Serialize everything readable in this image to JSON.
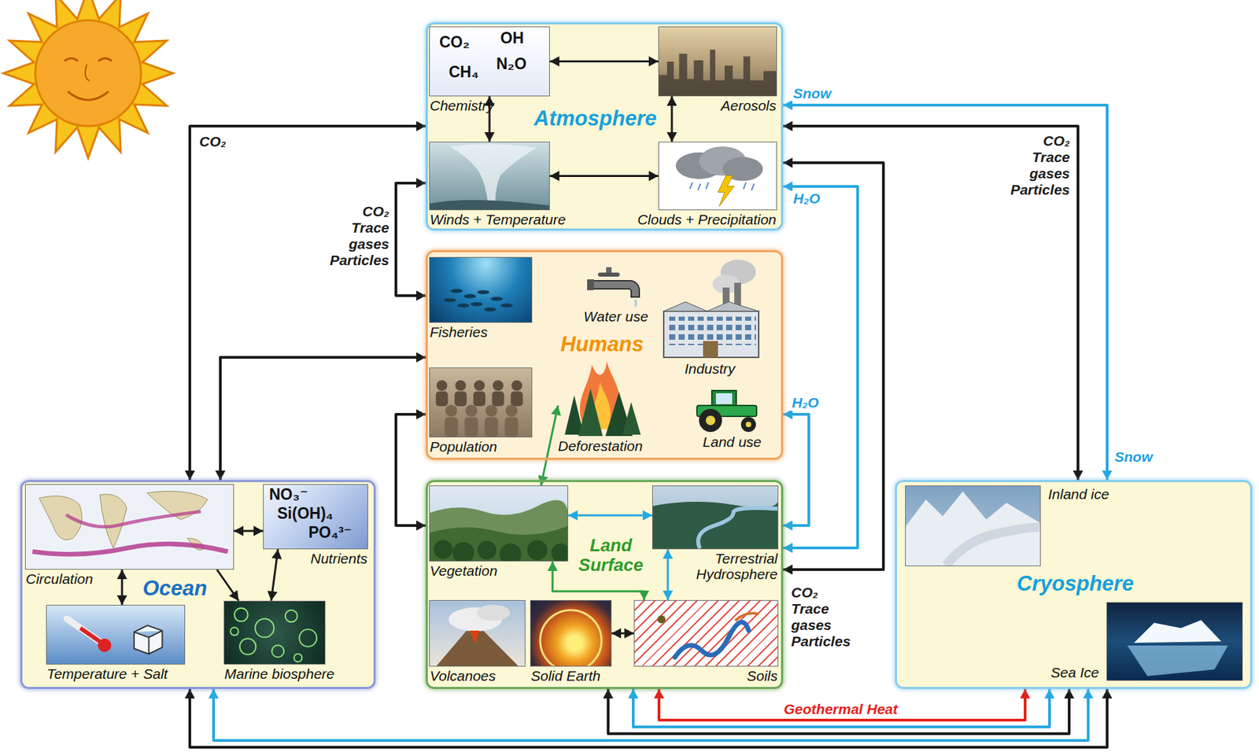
{
  "diagram": {
    "nodes": [
      {
        "text": [
          "Atmosphere"
        ]
      },
      {
        "text": [
          "CO₂",
          "OH",
          "CH₄",
          "N₂O",
          "Chemistry"
        ],
        "in": 0
      },
      {
        "text": [
          "Aerosols"
        ],
        "in": 0
      },
      {
        "text": [
          "Winds + Temperature"
        ],
        "in": 0
      },
      {
        "text": [
          "Clouds + Precipitation"
        ],
        "in": 0
      },
      {
        "text": [
          "Humans"
        ]
      },
      {
        "text": [
          "Fisheries"
        ],
        "in": 5
      },
      {
        "text": [
          "Water use"
        ],
        "in": 5
      },
      {
        "text": [
          "Industry"
        ],
        "in": 5
      },
      {
        "text": [
          "Population"
        ],
        "in": 5
      },
      {
        "text": [
          "Deforestation"
        ],
        "in": 5
      },
      {
        "text": [
          "Land use"
        ],
        "in": 5
      },
      {
        "text": [
          "Ocean"
        ]
      },
      {
        "text": [
          "Circulation"
        ],
        "in": 12
      },
      {
        "text": [
          "NO₃⁻",
          "Si(OH)₄",
          "PO₄³⁻",
          "Nutrients"
        ],
        "in": 12
      },
      {
        "text": [
          "Temperature + Salt"
        ],
        "in": 12
      },
      {
        "text": [
          "Marine biosphere"
        ],
        "in": 12
      },
      {
        "text": [
          "Land Surface"
        ]
      },
      {
        "text": [
          "Vegetation"
        ],
        "in": 17
      },
      {
        "text": [
          "Terrestrial Hydrosphere"
        ],
        "in": 17
      },
      {
        "text": [
          "Volcanoes"
        ],
        "in": 17
      },
      {
        "text": [
          "Solid Earth"
        ],
        "in": 17
      },
      {
        "text": [
          "Soils"
        ],
        "in": 17
      },
      {
        "text": [
          "Cryosphere"
        ]
      },
      {
        "text": [
          "Inland ice"
        ],
        "in": 23
      },
      {
        "text": [
          "Sea Ice"
        ],
        "in": 23
      }
    ],
    "edges": [
      {
        "from": 1,
        "to": 2,
        "arrow": "both"
      },
      {
        "from": 1,
        "to": 3,
        "arrow": "both"
      },
      {
        "from": 2,
        "to": 4,
        "arrow": "both"
      },
      {
        "from": 3,
        "to": 4,
        "arrow": "both"
      },
      {
        "from": 0,
        "to": 12,
        "arrow": "both",
        "label": "CO₂"
      },
      {
        "from": 0,
        "to": 5,
        "arrow": "both",
        "label": "CO₂ Trace gases Particles"
      },
      {
        "from": 5,
        "to": 12,
        "arrow": "both"
      },
      {
        "from": 5,
        "to": 17,
        "arrow": "both"
      },
      {
        "from": 10,
        "to": 18,
        "arrow": "both"
      },
      {
        "from": 13,
        "to": 14,
        "arrow": "both"
      },
      {
        "from": 13,
        "to": 15,
        "arrow": "both"
      },
      {
        "from": 13,
        "to": 16,
        "arrow": "to"
      },
      {
        "from": 14,
        "to": 16,
        "arrow": "both"
      },
      {
        "from": 18,
        "to": 19,
        "arrow": "both"
      },
      {
        "from": 19,
        "to": 22,
        "arrow": "both"
      },
      {
        "from": 21,
        "to": 22,
        "arrow": "both"
      },
      {
        "from": 18,
        "to": 22,
        "arrow": "both"
      },
      {
        "from": 23,
        "to": 0,
        "arrow": "both",
        "label": "CO₂ Trace gases Particles"
      },
      {
        "from": 23,
        "to": 0,
        "arrow": "both",
        "label": "Snow"
      },
      {
        "from": 0,
        "to": 17,
        "arrow": "both",
        "label": "H₂O"
      },
      {
        "from": 0,
        "to": 17,
        "arrow": "both",
        "label": "CO₂ Trace gases Particles"
      },
      {
        "from": 5,
        "to": 17,
        "arrow": "both",
        "label": "H₂O"
      },
      {
        "from": 12,
        "to": 23,
        "arrow": "both"
      },
      {
        "from": 12,
        "to": 23,
        "arrow": "both"
      },
      {
        "from": 17,
        "to": 23,
        "arrow": "both"
      },
      {
        "from": 17,
        "to": 23,
        "arrow": "both"
      },
      {
        "from": 17,
        "to": 23,
        "arrow": "both",
        "label": "Geothermal Heat"
      }
    ],
    "labels": [
      "Snow"
    ]
  }
}
